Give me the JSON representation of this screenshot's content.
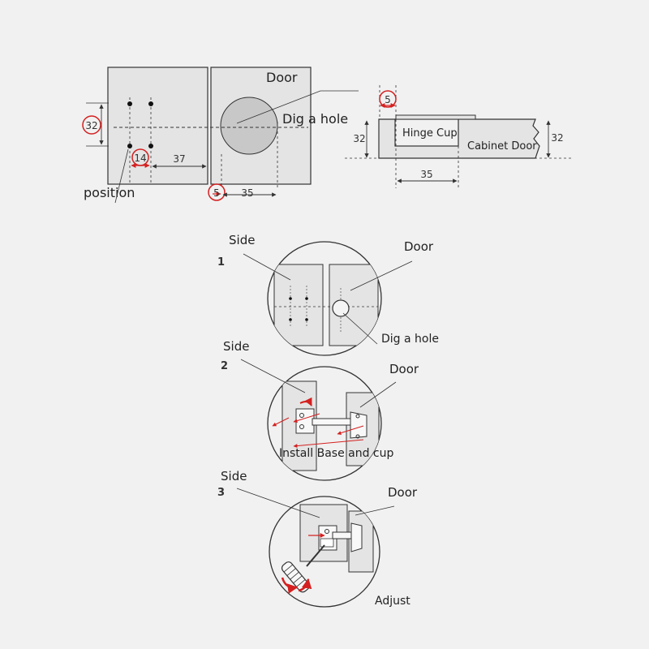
{
  "top": {
    "door_label": "Door",
    "dig_hole_label": "Dig a hole",
    "position_label": "position",
    "dim_32_left": "32",
    "dim_14": "14",
    "dim_37": "37",
    "dim_5_bottom": "5",
    "dim_35_bottom": "35",
    "dim_5_top": "5",
    "dim_32_section_left": "32",
    "dim_32_section_right": "32",
    "dim_35_section": "35",
    "hinge_cup_label": "Hinge Cup",
    "cabinet_door_label": "Cabinet Door"
  },
  "steps": [
    {
      "number": "1",
      "side_label": "Side",
      "door_label": "Door",
      "caption": "Dig a hole"
    },
    {
      "number": "2",
      "side_label": "Side",
      "door_label": "Door",
      "caption": "Install Base and cup"
    },
    {
      "number": "3",
      "side_label": "Side",
      "door_label": "Door",
      "caption": "Adjust"
    }
  ],
  "colors": {
    "background": "#f1f1f1",
    "panel_fill": "#e4e4e4",
    "hole_fill": "#c8c8c8",
    "line": "#333333",
    "accent_red": "#d42020"
  }
}
